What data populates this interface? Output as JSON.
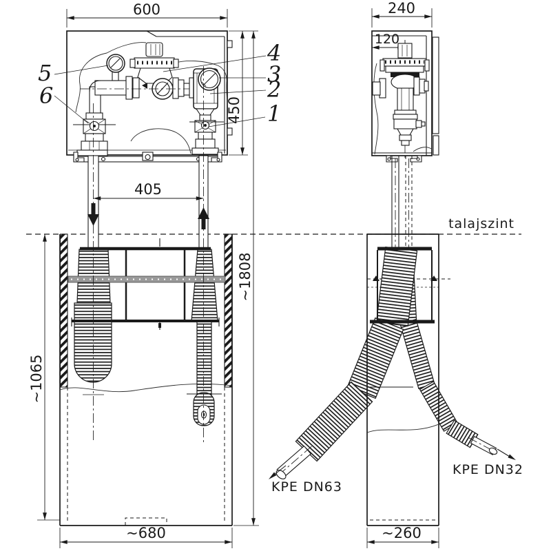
{
  "meta": {
    "drawing_type": "installation technical drawing",
    "views": [
      "front",
      "side"
    ]
  },
  "dims": {
    "front_width": "600",
    "front_height": "450",
    "pipe_spacing": "405",
    "total_height": "~1808",
    "below_ground": "~1065",
    "base_width": "~680",
    "side_width": "240",
    "side_offset": "120",
    "side_base_width": "~260"
  },
  "labels": {
    "ground": "talajszint",
    "outlet_pipe": "KPE DN63",
    "inlet_pipe": "KPE DN32"
  },
  "callouts": {
    "c1": "1",
    "c2": "2",
    "c3": "3",
    "c4": "4",
    "c5": "5",
    "c6": "6"
  },
  "colors": {
    "line": "#1a1a1a",
    "background": "#ffffff",
    "frame_bar_gray": "#9a9a9a"
  }
}
